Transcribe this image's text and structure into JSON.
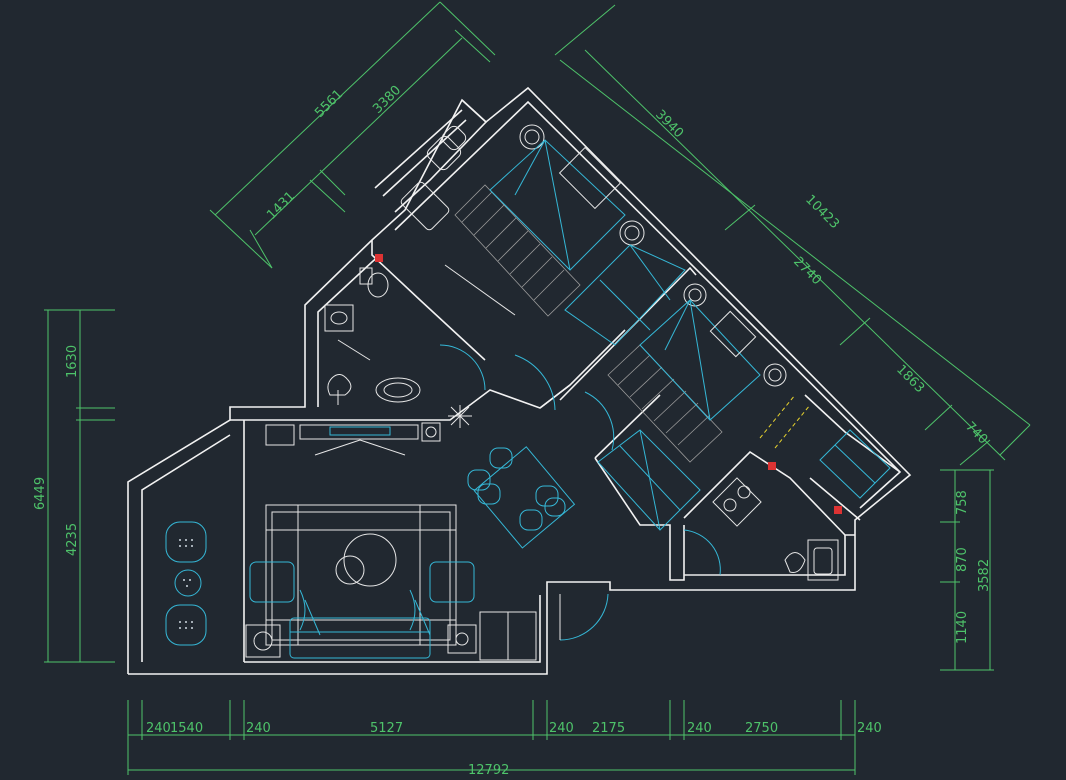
{
  "colors": {
    "background": "#212830",
    "dimension": "#4ec36a",
    "wall": "#f2f2f2",
    "furniture": "#35b7d6",
    "accent_red": "#d33333",
    "accent_yellow": "#e6d22e"
  },
  "dimensions": {
    "bottom_segments": [
      "240",
      "1540",
      "240",
      "5127",
      "240",
      "2175",
      "240",
      "2750",
      "240"
    ],
    "bottom_total": "12792",
    "left_segments": [
      "1630",
      "4235"
    ],
    "left_total": "6449",
    "right_segments": [
      "758",
      "870",
      "1140"
    ],
    "right_total": "3582",
    "top_left_outer": "5561",
    "top_left_inner": "3380",
    "top_left_small": "1431",
    "top_right_total": "10423",
    "top_right_a": "3940",
    "top_right_b": "2740",
    "top_right_c": "1863",
    "top_right_d": "740"
  }
}
